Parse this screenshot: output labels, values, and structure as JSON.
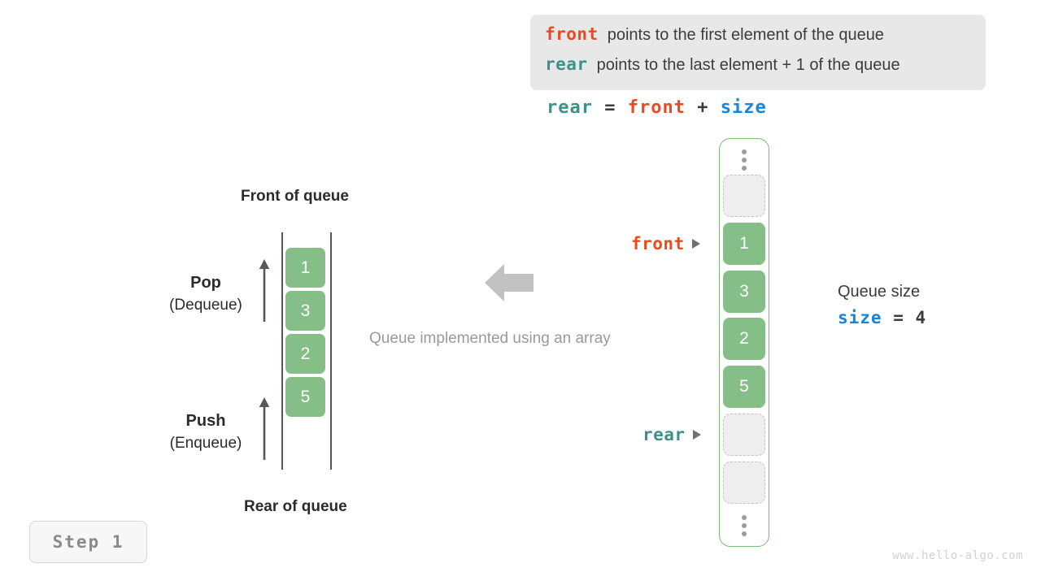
{
  "legend": {
    "rows": [
      {
        "keyword": "front",
        "text": "points to the first element of the queue"
      },
      {
        "keyword": "rear",
        "text": "points to the last element + 1 of the queue"
      }
    ]
  },
  "equation": {
    "lhs": "rear",
    "eq": "=",
    "rhs1": "front",
    "plus": "+",
    "rhs2": "size"
  },
  "left_queue": {
    "top_label": "Front of queue",
    "bottom_label": "Rear of queue",
    "cells": [
      "1",
      "3",
      "2",
      "5"
    ],
    "pop": {
      "title": "Pop",
      "sub": "(Dequeue)"
    },
    "push": {
      "title": "Push",
      "sub": "(Enqueue)"
    }
  },
  "center": {
    "arrow_icon": "left-arrow-icon",
    "caption": "Queue implemented using an array"
  },
  "array": {
    "slots": [
      {
        "type": "ellipsis",
        "value": ""
      },
      {
        "type": "empty",
        "value": ""
      },
      {
        "type": "filled",
        "value": "1"
      },
      {
        "type": "filled",
        "value": "3"
      },
      {
        "type": "filled",
        "value": "2"
      },
      {
        "type": "filled",
        "value": "5"
      },
      {
        "type": "empty",
        "value": ""
      },
      {
        "type": "empty",
        "value": ""
      },
      {
        "type": "ellipsis",
        "value": ""
      }
    ],
    "pointers": [
      {
        "label": "front",
        "target_index": 2
      },
      {
        "label": "rear",
        "target_index": 6
      }
    ]
  },
  "queue_size": {
    "title": "Queue size",
    "var": "size",
    "eq": "=",
    "value": "4"
  },
  "step_badge": {
    "label": "Step 1"
  },
  "watermark": {
    "text": "www.hello-algo.com"
  },
  "colors": {
    "front": "#ec4a1e",
    "rear": "#3d9287",
    "size": "#1785d8",
    "cell_green": "#85be86",
    "container_green": "#7dba7e",
    "legend_bg": "#e8e8e8",
    "muted": "#9a9a9a"
  }
}
